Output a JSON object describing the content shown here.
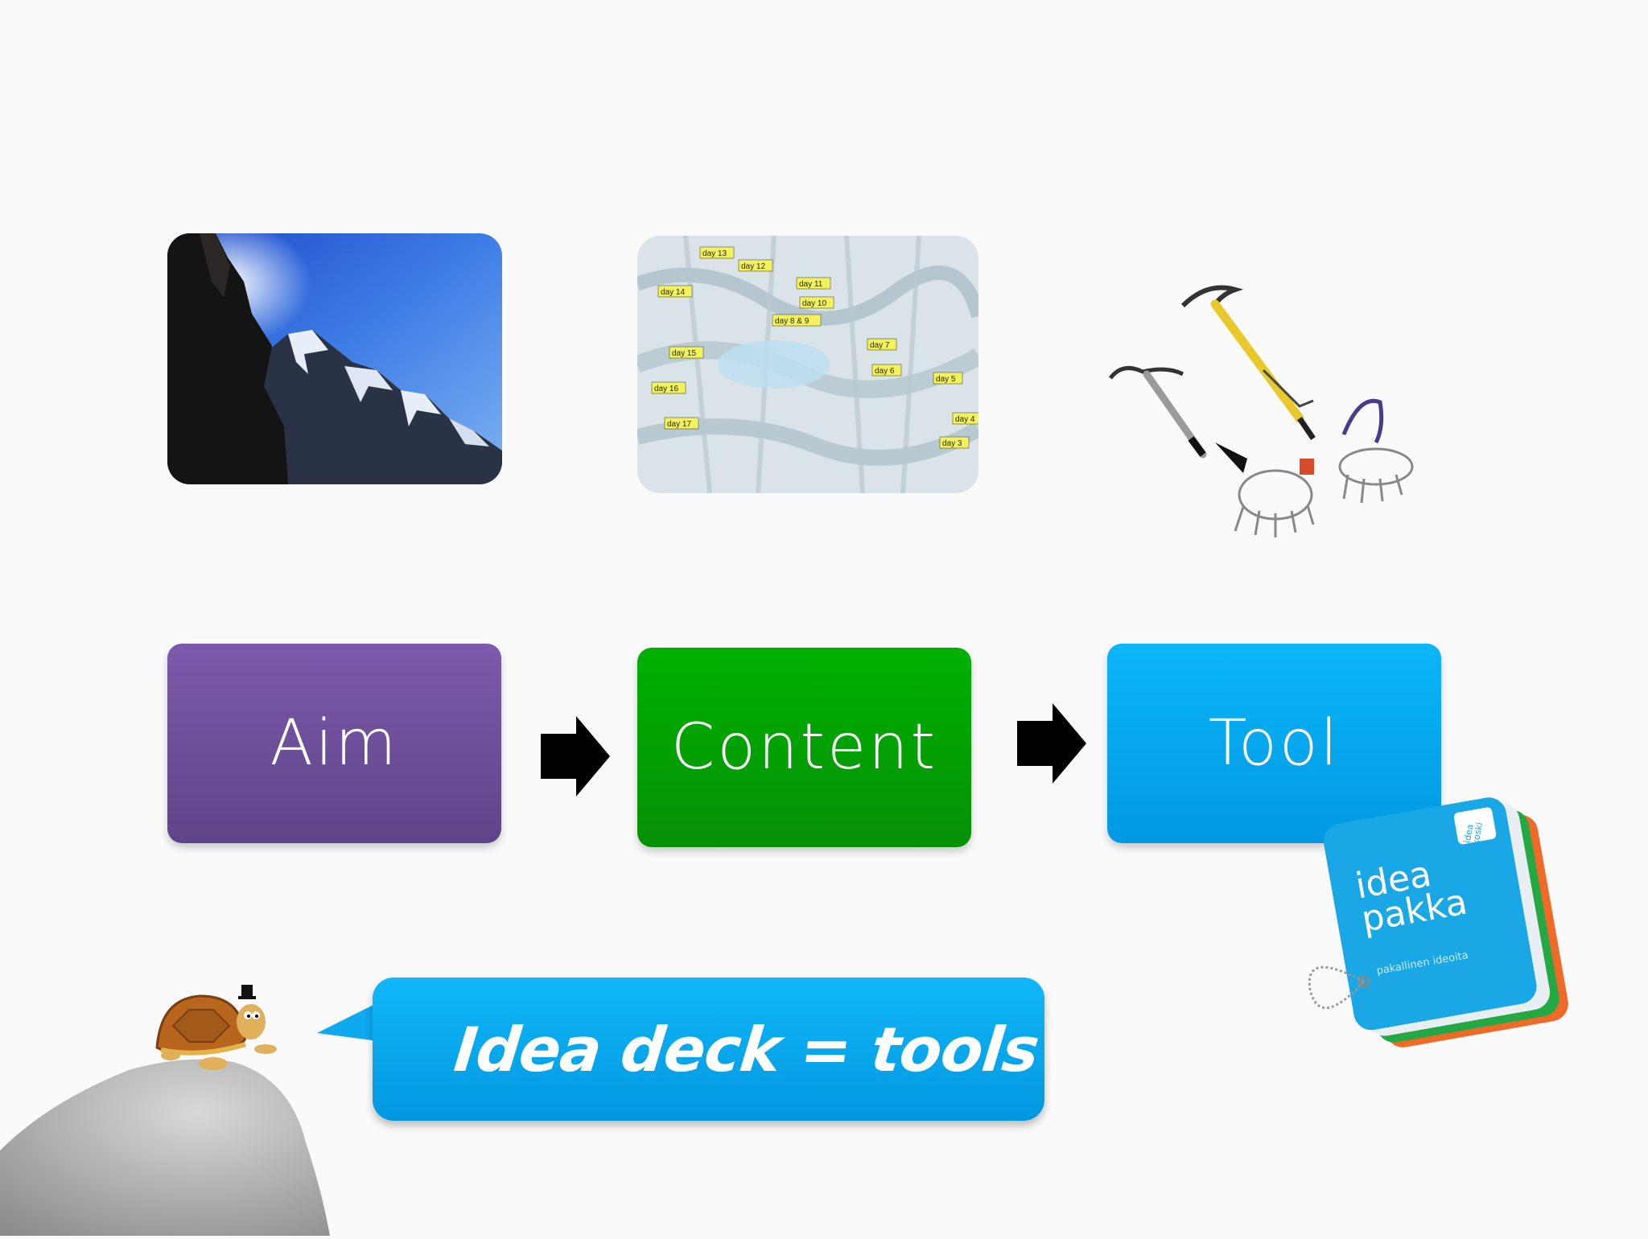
{
  "flow": {
    "aim_label": "Aim",
    "content_label": "Content",
    "tool_label": "Tool",
    "aim_color": "#7d5aab",
    "content_color": "#00b100",
    "tool_color": "#0cb6f8"
  },
  "bubble": {
    "text": "Idea deck = tools",
    "color": "#0cb6f8"
  },
  "images": {
    "aim": "mountain-photo",
    "content": "trek-map",
    "tool": "ice-axes-and-crampons",
    "deck": "idea-pakka-card-deck",
    "mascot": "turtle-with-top-hat-on-rock"
  },
  "deck": {
    "brand_small": "idea koski",
    "title_line1": "idea",
    "title_line2": "pakka",
    "tagline": "pakallinen ideoita"
  },
  "map_labels": [
    "day 13",
    "day 12",
    "day 11",
    "day 10",
    "day 14",
    "day 8 & 9",
    "day 15",
    "day 7",
    "day 16",
    "day 6",
    "day 5",
    "day 17",
    "day 4",
    "day 3"
  ]
}
